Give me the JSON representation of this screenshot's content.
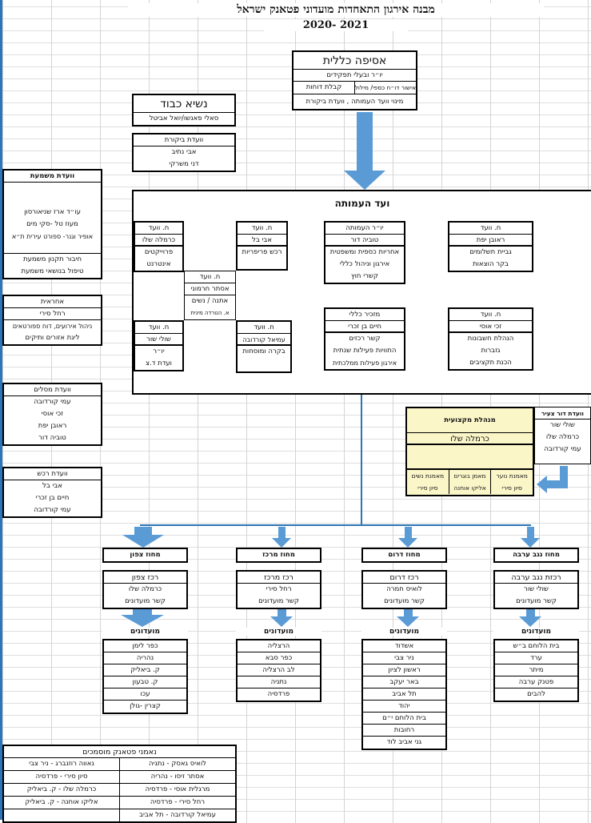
{
  "title": "מבנה אירגון התאחדות מועדוני פטאנק ישראל",
  "year": "2020- 2021",
  "general_assembly": {
    "title": "אסיפה כללית",
    "items": [
      "יו״ר ובעלי תפקידים",
      "אישור דו״ח כספי/ מילולי",
      "קבלת דוחות",
      "מינוי וועד העמותה , וועדת ביקורת"
    ]
  },
  "honorary_president": {
    "title": "נשיא כבוד",
    "name": "סאלי פאנשו/יואל אביטל"
  },
  "audit_committee": {
    "title": "וועדת ביקורת",
    "members": [
      "אבי נתיב",
      "דני משרקי"
    ]
  },
  "discipline_committee": {
    "title": "וועדת משמעת",
    "members": [
      "עו״ד ארז שניאורסון",
      "מעוז טל -סקי מים",
      "אופיר וגנר- ספורט עירית ת״א"
    ],
    "duties": [
      "חיבור תקנון משמעת",
      "טיפול בנושאי משמעת"
    ]
  },
  "responsible": {
    "title": "אחראית",
    "name": "רחל סירי",
    "duties": [
      "ניהול אירועים, דוח ספורטאים",
      "ליגת אזורים ותיקים"
    ]
  },
  "board": {
    "title": "ועד העמותה",
    "members": [
      {
        "role": "יו״ר העמותה",
        "name": "טוביה דור",
        "duties": [
          "אחריות כספית ומשפטית",
          "אירגון וניהול כללי",
          "קשרי חוץ"
        ]
      },
      {
        "role": "ח. וועד",
        "name": "ראובן יפת",
        "duties": [
          "גביית תשלומים",
          "בקר הוצאות"
        ]
      },
      {
        "role": "ח. וועד",
        "name": "אבי בל",
        "duties": [
          "רכש פריפריות"
        ]
      },
      {
        "role": "ח. וועד",
        "name": "כרמלה שלו",
        "duties": [
          "פרוייקטים",
          "אינטרנט"
        ]
      },
      {
        "role": "ח. וועד",
        "name": "אסתר חרמוני",
        "duties": [
          "אתנה / נשים",
          "א. הטרדה מינית"
        ]
      },
      {
        "role": "מזכיר כללי",
        "name": "חיים בן זכרי",
        "duties": [
          "קשר רכזים",
          "התוויות פעילות שנתית",
          "אירגון פעילות ממלכתית"
        ]
      },
      {
        "role": "ח. וועד",
        "name": "זכי אוסי",
        "duties": [
          "הנהלת חשבונות",
          "גזברות",
          "הכנת תקציבים"
        ]
      },
      {
        "role": "ח. וועד",
        "name": "שולי שור",
        "duties": [
          "יו״ר",
          "ועדת ד.צ"
        ]
      },
      {
        "role": "ח. וועד",
        "name": "עמיאל קורדובה",
        "duties": [
          "בקרה ומוסחות"
        ]
      }
    ]
  },
  "nominations_committee": {
    "title": "וועדת מסלים",
    "members": [
      "עמי קורדובה",
      "זכי אוסי",
      "ראובן יפת",
      "טוביה דור"
    ]
  },
  "purchase_committee": {
    "title": "וועדת רכש",
    "members": [
      "אבי בל",
      "חיים בן זכרי",
      "עמי קורדובה"
    ]
  },
  "youth_committee": {
    "title": "וועדת דור צעיר",
    "members": [
      "שולי שור",
      "כרמלה שלו",
      "עמי קורדובה"
    ]
  },
  "professional": {
    "title": "מנהלת מקצועית",
    "name": "כרמלה שלו",
    "coaches": [
      {
        "role": "מאמנת נוער",
        "name": "סיון סירי"
      },
      {
        "role": "מאמן בוגרים",
        "name": "אליקו אוחנה"
      },
      {
        "role": "מאמנת נשים",
        "name": "סיון סירי"
      }
    ]
  },
  "districts": [
    {
      "title": "מחוז נגב ערבה",
      "coordinator_role": "רכזת נגב ערבה",
      "coordinator": "שולי שור",
      "duty": "קשר מועדונים",
      "clubs_title": "מועדונים",
      "clubs": [
        "בית הלוחם ב״ש",
        "ערד",
        "מיתר",
        "פטנק ערבה",
        "להבים"
      ]
    },
    {
      "title": "מחוז דרום",
      "coordinator_role": "רכז דרום",
      "coordinator": "לואיס חמרה",
      "duty": "קשר מועדונים",
      "clubs_title": "מועדונים",
      "clubs": [
        "אשדוד",
        "ניר צבי",
        "ראשון לציון",
        "באר יעקב",
        "תל אביב",
        "יהוד",
        "בית הלוחם י״ם",
        "רחובות",
        "גני אביב לוד"
      ]
    },
    {
      "title": "מחוז מרכז",
      "coordinator_role": "רכז מרכז",
      "coordinator": "רחל סירי",
      "duty": "קשר מועדונים",
      "clubs_title": "מועדונים",
      "clubs": [
        "הרצליה",
        "כפר סבא",
        "לב הרצליה",
        "נתניה",
        "פרדסיה"
      ]
    },
    {
      "title": "מחוז צפון",
      "coordinator_role": "רכז צפון",
      "coordinator": "כרמלה שלו",
      "duty": "קשר מועדונים",
      "clubs_title": "מועדונים",
      "clubs": [
        "כפר לימן",
        "נהריה",
        "ק. ביאליק",
        "ק. טבעון",
        "עכו",
        "קצרין -גולן"
      ]
    }
  ],
  "trustees": {
    "title": "נאמני פטאנק מוסמכים",
    "right": [
      "לואיס גאסק - נתניה",
      "אסתר זיסו - נהריה",
      "מרגלית אוסי - פרדסיה",
      "רחל סירי - פרדסיה",
      "עמיאל קורדובה - תל אביב"
    ],
    "left": [
      "נאווה רוזנברג - ניר צבי",
      "סיון סירי - פרדסיה",
      "כרמלה שלו - ק. ביאליק",
      "אליקו אוחנה - ק. ביאליק",
      ""
    ]
  },
  "colors": {
    "arrow": "#5b9bd5",
    "line": "#2e75b6",
    "highlight": "#fbf6c8"
  }
}
